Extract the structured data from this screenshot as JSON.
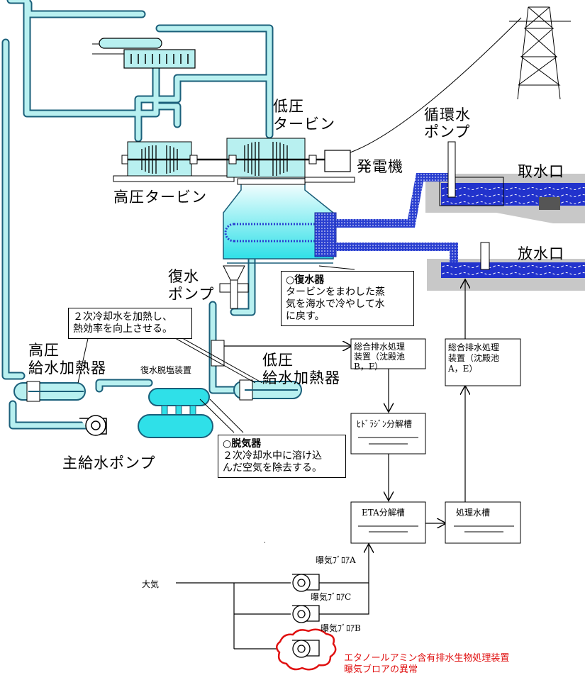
{
  "labels": {
    "lp_turbine": [
      "低圧",
      "タービン"
    ],
    "hp_turbine": "高圧タービン",
    "generator": "発電機",
    "circ_pump": [
      "循環水",
      "ポンプ"
    ],
    "intake": "取水口",
    "outfall": "放水口",
    "cond_pump": [
      "復水",
      "ポンプ"
    ],
    "hp_heater": [
      "高圧",
      "給水加熱器"
    ],
    "lp_heater": [
      "低圧",
      "給水加熱器"
    ],
    "demineralizer": "復水脱塩装置",
    "main_feed_pump": "主給水ポンプ"
  },
  "notes": {
    "heater": [
      "２次冷却水を加熱し、",
      "熱効率を向上させる。"
    ],
    "condenser_title": "○復水器",
    "condenser": [
      "タービンをまわした蒸",
      "気を海水で冷やして水",
      "に戻す。"
    ],
    "deaerator_title": "○脱気器",
    "deaerator": [
      "２次冷却水中に溶け込",
      "んだ空気を除去する。"
    ]
  },
  "treatment": {
    "unit_bf": [
      "総合排水処理",
      "装置（沈殿池",
      "B，F）"
    ],
    "unit_ae": [
      "総合排水処理",
      "装置（沈殿池",
      "A，E）"
    ],
    "hydrazine_tank": "ﾋﾄﾞﾗｼﾞﾝ分解槽",
    "eta_tank": "ETA分解槽",
    "treated_tank": "処理水槽",
    "air": "大気",
    "blower_a": "曝気ﾌﾞﾛｱA",
    "blower_c": "曝気ﾌﾞﾛｱC",
    "blower_b": "曝気ﾌﾞﾛｱB",
    "anomaly": [
      "エタノールアミン含有排水生物処理装置",
      "曝気ブロアの異常"
    ]
  },
  "colors": {
    "pipe_fill": "#b8f0f0",
    "pipe_edge": "#1a5f7a",
    "water": "#2233cc",
    "seawater_pipe": "#2a3fd0",
    "ground": "#c8c8c8",
    "alert": "#e01010"
  }
}
